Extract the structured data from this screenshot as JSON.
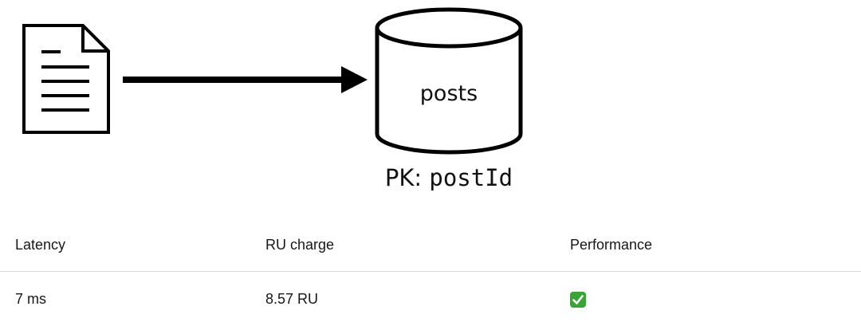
{
  "diagram": {
    "container_name": "posts",
    "partition_key_prefix": "PK: ",
    "partition_key_field": "postId"
  },
  "table": {
    "headers": [
      "Latency",
      "RU charge",
      "Performance"
    ],
    "rows": [
      {
        "latency": "7 ms",
        "ru_charge": "8.57 RU",
        "performance_icon": "check-mark-button-icon"
      }
    ]
  },
  "colors": {
    "check_green": "#3aa537",
    "stroke": "#000000"
  }
}
